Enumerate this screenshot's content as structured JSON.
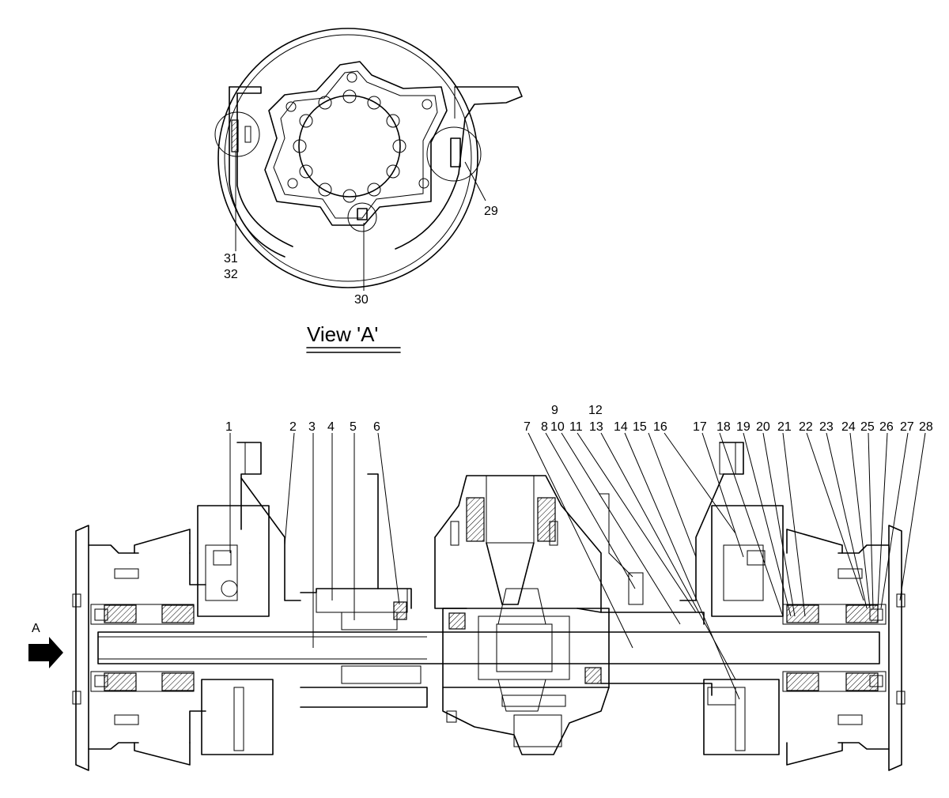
{
  "view_title": "View 'A'",
  "arrow_label": "A",
  "view_labels": {
    "l29": "29",
    "l30": "30",
    "l31": "31",
    "l32": "32"
  },
  "labels": {
    "l1": "1",
    "l2": "2",
    "l3": "3",
    "l4": "4",
    "l5": "5",
    "l6": "6",
    "l7": "7",
    "l8": "8",
    "l9": "9",
    "l10": "10",
    "l11": "11",
    "l12": "12",
    "l13": "13",
    "l14": "14",
    "l15": "15",
    "l16": "16",
    "l17": "17",
    "l18": "18",
    "l19": "19",
    "l20": "20",
    "l21": "21",
    "l22": "22",
    "l23": "23",
    "l24": "24",
    "l25": "25",
    "l26": "26",
    "l27": "27",
    "l28": "28"
  }
}
